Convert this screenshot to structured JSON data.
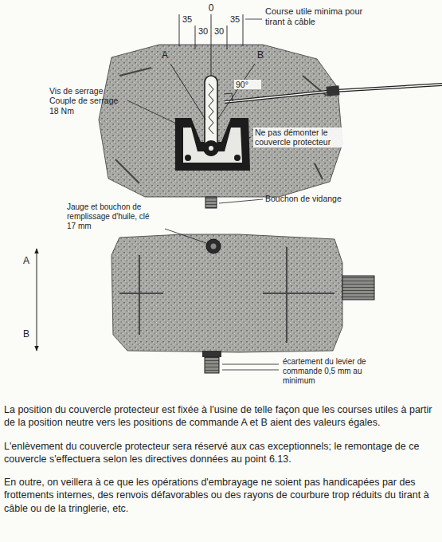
{
  "diagram": {
    "labels": [
      "0",
      "35",
      "35",
      "30",
      "30",
      "Course utile minima pour tirant à câble",
      "A",
      "B",
      "Vis de serrage Couple de serrage 18 Nm",
      "90°",
      "Ne pas démonter le couvercle protecteur",
      "Bouchon de vidange",
      "Jauge et bouchon de remplissage d'huile, clé 17 mm",
      "A",
      "B",
      "écartement du levier de commande 0,5 mm au minimum",
      "La position du couvercle protecteur est fixée à l'usine de telle façon que les courses utiles à partir de la position neutre vers les positions de commande A et B aient des valeurs égales.",
      "L'enlèvement du couvercle protecteur sera réservé aux cas exceptionnels; le remontage de ce couvercle s'effectuera selon les directives données au point 6.13.",
      "En outre, on veillera à ce que les opérations d'embrayage ne soient pas handicapées par des frottements internes, des renvois défavorables ou des rayons de courbure trop réduits du tirant à câble ou de la tringlerie, etc."
    ]
  }
}
